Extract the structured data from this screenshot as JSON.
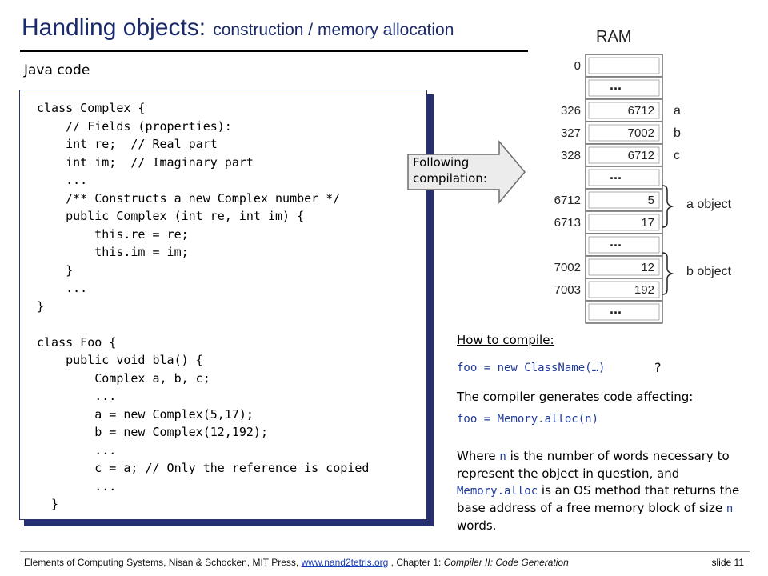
{
  "title": {
    "main": "Handling objects:",
    "sub": "construction / memory allocation"
  },
  "java_label": "Java code",
  "code_lines": [
    "class Complex {",
    "    // Fields (properties):",
    "    int re;  // Real part",
    "    int im;  // Imaginary part",
    "    ...",
    "    /** Constructs a new Complex number */",
    "    public Complex (int re, int im) {",
    "        this.re = re;",
    "        this.im = im;",
    "    }",
    "    ...",
    "}",
    "",
    "class Foo {",
    "    public void bla() {",
    "        Complex a, b, c;",
    "        ...",
    "        a = new Complex(5,17);",
    "        b = new Complex(12,192);",
    "        ...",
    "        c = a; // Only the reference is copied",
    "        ...",
    "  }"
  ],
  "arrow": {
    "line1": "Following",
    "line2": "compilation:"
  },
  "ram": {
    "title": "RAM",
    "ellipsis": "...",
    "rows": [
      {
        "addr": "0",
        "value": ""
      },
      {
        "addr": "",
        "value": "..."
      },
      {
        "addr": "326",
        "value": "6712",
        "label": "a"
      },
      {
        "addr": "327",
        "value": "7002",
        "label": "b"
      },
      {
        "addr": "328",
        "value": "6712",
        "label": "c"
      },
      {
        "addr": "",
        "value": "..."
      },
      {
        "addr": "6712",
        "value": "5"
      },
      {
        "addr": "6713",
        "value": "17"
      },
      {
        "addr": "",
        "value": "..."
      },
      {
        "addr": "7002",
        "value": "12"
      },
      {
        "addr": "7003",
        "value": "192"
      },
      {
        "addr": "",
        "value": "..."
      }
    ],
    "a_object_label": "a object",
    "b_object_label": "b object"
  },
  "right_panel": {
    "howto": "How to compile:",
    "code1": "foo = new ClassName(…)",
    "question": "?",
    "generates": "The compiler generates code affecting:",
    "code2": "foo = Memory.alloc(n)",
    "where_1": "Where ",
    "where_n": "n",
    "where_2": " is the number of words necessary to represent the object in question, and ",
    "where_alloc": "Memory.alloc",
    "where_3": " is an OS method that returns the base address of a free memory block of size ",
    "where_n2": "n",
    "where_4": " words."
  },
  "footer": {
    "text1": "Elements of Computing Systems, Nisan & Schocken, MIT Press, ",
    "link": "www.nand2tetris.org",
    "text2": " , Chapter 1: ",
    "chapter": "Compiler II: Code Generation",
    "slide": "slide 11"
  }
}
